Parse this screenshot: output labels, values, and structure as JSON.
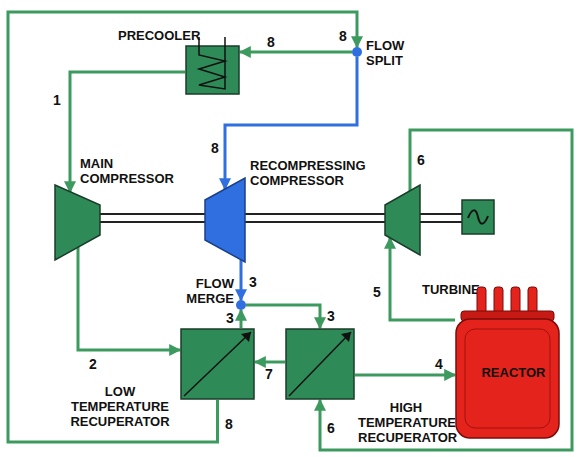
{
  "diagram": {
    "nodes": [
      {
        "text": [
          "PRECOOLER"
        ]
      },
      {
        "text": [
          "FLOW SPLIT"
        ]
      },
      {
        "text": [
          "MAIN COMPRESSOR"
        ]
      },
      {
        "text": [
          "RECOMPRESSING COMPRESSOR"
        ]
      },
      {
        "text": [
          "TURBINE"
        ]
      },
      {
        "text": [
          "FLOW MERGE"
        ]
      },
      {
        "text": [
          "LOW TEMPERATURE RECUPERATOR"
        ]
      },
      {
        "text": [
          "HIGH TEMPERATURE RECUPERATOR"
        ]
      },
      {
        "text": [
          "REACTOR"
        ]
      }
    ],
    "edges": [
      {
        "from": 0,
        "to": 2,
        "arrow": "to",
        "label": "1"
      },
      {
        "from": 2,
        "to": 6,
        "arrow": "to",
        "label": "2"
      },
      {
        "from": 6,
        "to": 5,
        "arrow": "to",
        "label": "3"
      },
      {
        "from": 3,
        "to": 5,
        "arrow": "to",
        "label": "3"
      },
      {
        "from": 5,
        "to": 7,
        "arrow": "to",
        "label": "3"
      },
      {
        "from": 7,
        "to": 8,
        "arrow": "to",
        "label": "4"
      },
      {
        "from": 8,
        "to": 4,
        "arrow": "to",
        "label": "5"
      },
      {
        "from": 4,
        "to": 7,
        "arrow": "to",
        "label": "6"
      },
      {
        "from": 7,
        "to": 6,
        "arrow": "to",
        "label": "7"
      },
      {
        "from": 6,
        "to": 1,
        "arrow": "to",
        "label": "8"
      },
      {
        "from": 1,
        "to": 0,
        "arrow": "to",
        "label": "8"
      },
      {
        "from": 1,
        "to": 3,
        "arrow": "to",
        "label": "8"
      }
    ],
    "labels": [
      "8",
      "6"
    ]
  }
}
